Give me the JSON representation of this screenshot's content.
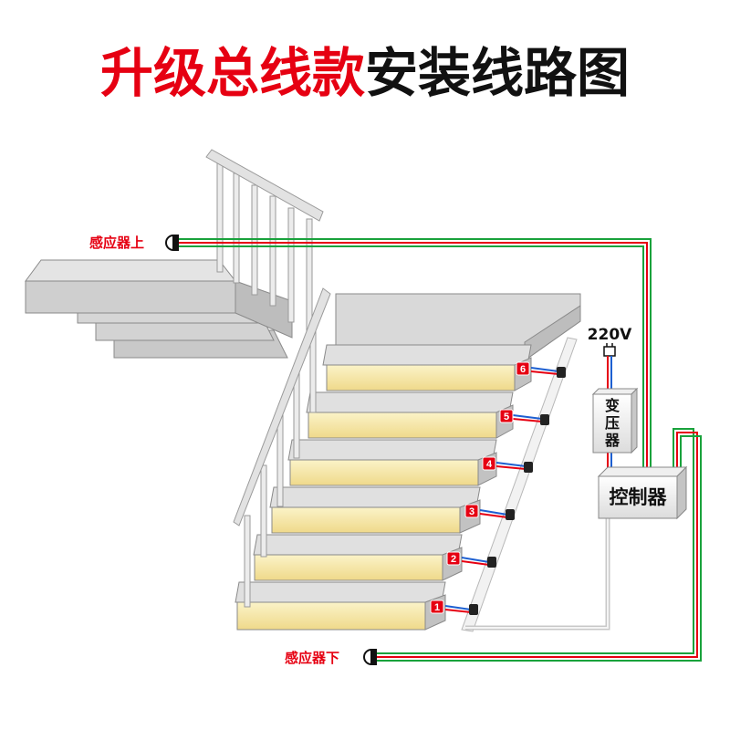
{
  "title": {
    "part1": "升级总线款",
    "part2": "安装线路图",
    "part1_color": "#e60012",
    "part2_color": "#111111"
  },
  "sensors": {
    "top_label": "感应器上",
    "bottom_label": "感应器下",
    "label_color": "#e60012"
  },
  "power": {
    "voltage": "220V"
  },
  "transformer": {
    "label_line1": "变",
    "label_line2": "压",
    "label_line3": "器"
  },
  "controller": {
    "label": "控制器"
  },
  "steps": [
    {
      "number": "1"
    },
    {
      "number": "2"
    },
    {
      "number": "3"
    },
    {
      "number": "4"
    },
    {
      "number": "5"
    },
    {
      "number": "6"
    }
  ],
  "colors": {
    "wire_red": "#e60012",
    "wire_green": "#19a23c",
    "wire_blue": "#1d5fd1",
    "led_strip": "#f6e8a8",
    "stair_tread": "#d7d7d7",
    "stair_riser": "#c3c3c3"
  },
  "icons": [
    "sensor-icon",
    "plug-icon"
  ]
}
